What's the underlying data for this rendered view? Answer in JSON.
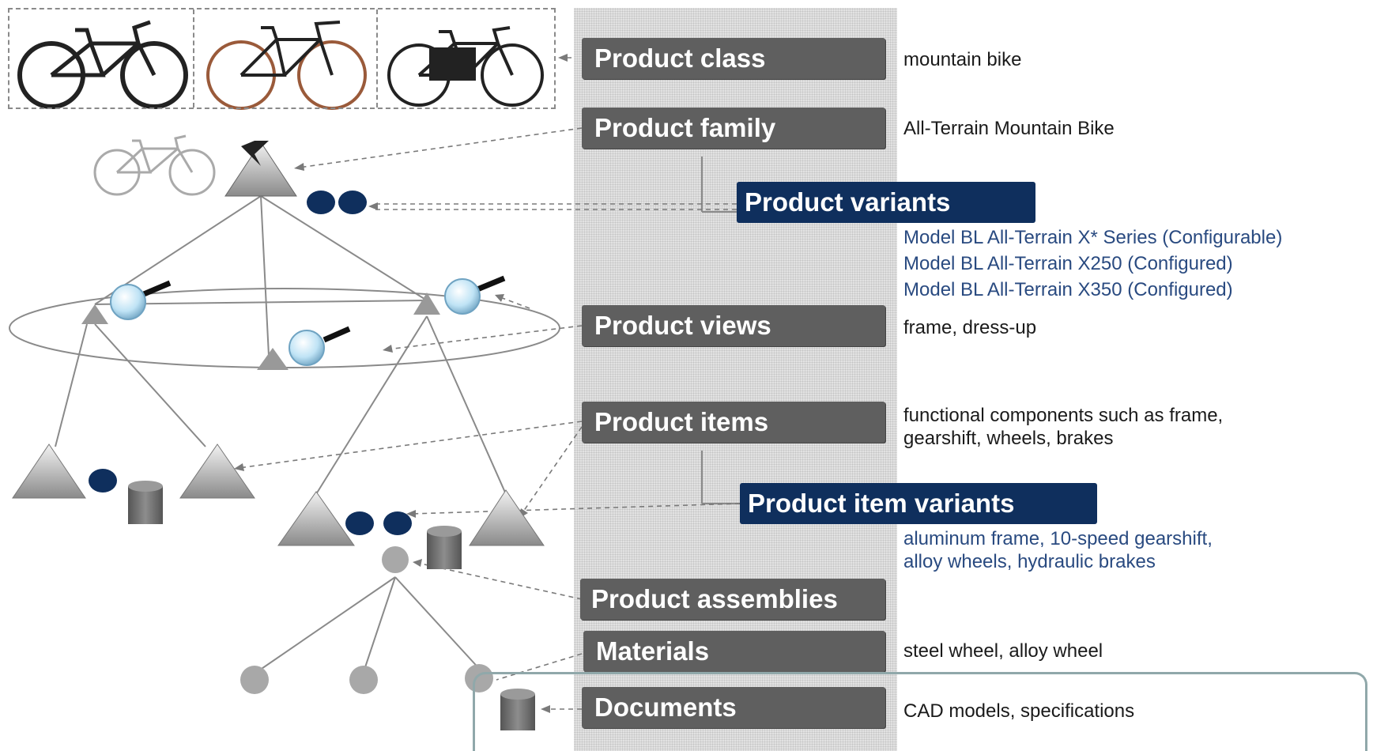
{
  "levels": {
    "product_class": "Product class",
    "product_family": "Product family",
    "product_variants": "Product variants",
    "product_views": "Product views",
    "product_items": "Product items",
    "product_item_variants": "Product item variants",
    "product_assemblies": "Product assemblies",
    "materials": "Materials",
    "documents": "Documents"
  },
  "descriptions": {
    "product_class": "mountain bike",
    "product_family": "All-Terrain Mountain Bike",
    "product_variants": [
      "Model BL All-Terrain X* Series (Configurable)",
      "Model BL All-Terrain X250 (Configured)",
      "Model BL All-Terrain X350 (Configured)"
    ],
    "product_views": "frame, dress-up",
    "product_items": [
      "functional components such as frame,",
      "gearshift, wheels, brakes"
    ],
    "product_item_variants": [
      "aluminum frame, 10-speed gearshift,",
      "alloy wheels, hydraulic brakes"
    ],
    "materials": "steel wheel, alloy wheel",
    "documents": "CAD models, specifications"
  },
  "colors": {
    "level_box": "#5f5f5f",
    "variant_box": "#0f2f5d",
    "variant_text": "#294a80",
    "highlight_border": "#90a8aa"
  },
  "icons": [
    "bicycle-icon",
    "triangle-node-icon",
    "magnifier-icon",
    "dot-node-icon",
    "cylinder-document-icon",
    "circle-node-icon"
  ]
}
